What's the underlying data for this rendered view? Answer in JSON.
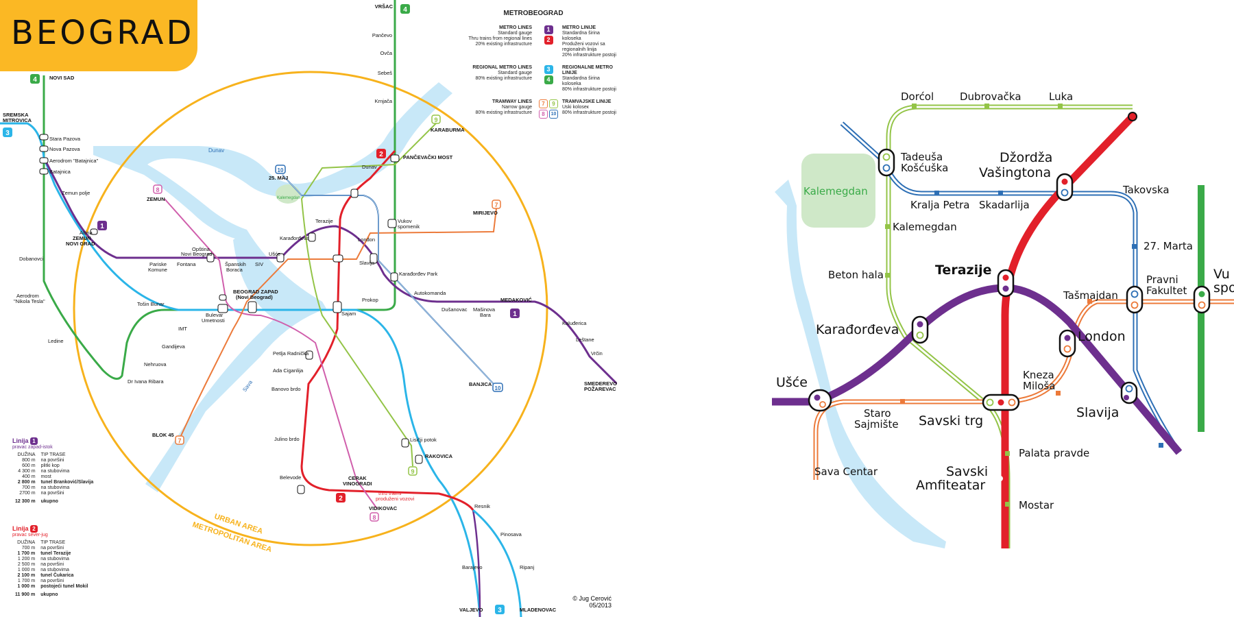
{
  "title": "BEOGRAD",
  "legend": {
    "heading": "METROBEOGRAD",
    "metro": {
      "left_title": "METRO LINES",
      "left_l1": "Standard gauge",
      "left_l2": "Thru trains from regional lines",
      "left_l3": "20% existing infrastructure",
      "right_title": "METRO LINIJE",
      "right_l1": "Standardna širina koloseka",
      "right_l2": "Produženi vozovi sa regionalnih linija",
      "right_l3": "20% infrastrukture postoji"
    },
    "regional": {
      "left_title": "REGIONAL METRO LINES",
      "left_l1": "Standard gauge",
      "left_l2": "80% existing infrastructure",
      "right_title": "REGIONALNE METRO LINIJE",
      "right_l1": "Standardna širina koloseka",
      "right_l2": "80% infrastrukture postoji"
    },
    "tram": {
      "left_title": "TRAMWAY LINES",
      "left_l1": "Narrow gauge",
      "left_l2": "80% existing infrastructure",
      "right_title": "TRAMVAJSKE LINIJE",
      "right_l1": "Uski koloseк",
      "right_l2": "80% infrastrukture postoji"
    }
  },
  "lines": {
    "l1": {
      "num": "1",
      "color": "#6d2f8e"
    },
    "l2": {
      "num": "2",
      "color": "#e2202a"
    },
    "l3": {
      "num": "3",
      "color": "#2bb5e8"
    },
    "l4": {
      "num": "4",
      "color": "#3aaa48"
    },
    "l7": {
      "num": "7",
      "color": "#ec7a3a"
    },
    "l8": {
      "num": "8",
      "color": "#d05fac"
    },
    "l9": {
      "num": "9",
      "color": "#93c447"
    },
    "l10": {
      "num": "10",
      "color": "#2d6fb5"
    }
  },
  "colors": {
    "area": "#f7b21c",
    "water": "#c8e8f8",
    "park": "#cfe8c8",
    "title_bg": "#fbb824"
  },
  "area_labels": {
    "urban": "URBAN AREA",
    "metro": "METROPOLITAN AREA"
  },
  "water_labels": {
    "dunav": "Dunav",
    "sava": "Sava"
  },
  "stats": {
    "l1": {
      "heading_a": "Linija",
      "heading_b": "pravac zapad-istok",
      "col1": "DUŽINA",
      "col2": "TIP TRASE",
      "rows": [
        [
          "800 m",
          "na površini"
        ],
        [
          "600 m",
          "plitki kop"
        ],
        [
          "4 300 m",
          "na stubovima"
        ],
        [
          "400 m",
          "most"
        ],
        [
          "2 800 m",
          "tunel Branković/Slavija"
        ],
        [
          "700 m",
          "na stubovima"
        ],
        [
          "2700 m",
          "na površini"
        ]
      ],
      "total": [
        "12 300 m",
        "ukupno"
      ]
    },
    "l2": {
      "heading_a": "Linija",
      "heading_b": "pravac sever-jug",
      "col1": "DUŽINA",
      "col2": "TIP TRASE",
      "rows": [
        [
          "700 m",
          "na površini"
        ],
        [
          "1 700 m",
          "tunel Terazije"
        ],
        [
          "1 200 m",
          "na stubovima"
        ],
        [
          "2 500 m",
          "na površini"
        ],
        [
          "1 000 m",
          "na stubovima"
        ],
        [
          "2 100 m",
          "tunel Čukarica"
        ],
        [
          "1 700 m",
          "na površini"
        ],
        [
          "1 000 m",
          "postojeći tunel Mokil"
        ]
      ],
      "total": [
        "11 900 m",
        "ukupno"
      ]
    }
  },
  "copyright": {
    "a": "© Jug Cerović",
    "b": "05/2013"
  },
  "stations_left": {
    "vrsac": "VRŠAC",
    "pancevo": "Pančevo",
    "ovca": "Ovča",
    "sebes": "Sebeš",
    "krnjaca": "Krnjača",
    "novi_sad": "NOVI SAD",
    "sremska": "SREMSKA",
    "mitrovica": "MITROVICA",
    "stara_pazova": "Stara Pazova",
    "nova_pazova": "Nova Pazova",
    "aerodrom_bat": "Aerodrom \"Batajnica\"",
    "batajnica": "Batajnica",
    "zemun_polje": "Zemun polje",
    "altina": "Altina",
    "zemun_nb1": "ZEMUN",
    "zemun_nb2": "NOVI GRAD",
    "dobanovci": "Dobanovci",
    "aerodrom_t1": "Aerodrom",
    "aerodrom_t2": "\"Nikola Tesla\"",
    "pariske1": "Pariske",
    "pariske2": "Komune",
    "fontana": "Fontana",
    "obtina1": "Opština",
    "obtina2": "Novi Beograd",
    "sanski1": "Španskih",
    "sanski2": "Boraca",
    "sivi": "SIV",
    "usce": "Ušće",
    "karadjordjeva": "Karađorđeva",
    "terazije": "Terazije",
    "slavija": "Slavija",
    "london": "London",
    "karadjordjev_park": "Karađorđev Park",
    "autokomanda": "Autokomanda",
    "dusanovac": "Dušanovac",
    "mdb1": "Mašinova",
    "mdb2": "Bara",
    "medakovic": "MEDAKOVIĆ",
    "kaludjerica": "Kaluđerica",
    "lestane": "Leštane",
    "vrcin": "Vrčin",
    "smederevo": "SMEDEREVO",
    "pozarevac": "POŽAREVAC",
    "tosin": "Tošin Bunar",
    "bulevar1": "Bulevar",
    "bulevar2": "Umetnosti",
    "bgz1": "BEOGRAD ZAPAD",
    "bgz2": "(Novi Beograd)",
    "sajam": "Sajam",
    "prokop": "Prokop",
    "imt": "IMT",
    "gandijeva": "Gandijeva",
    "nehruova": "Nehruova",
    "ledine": "Ledine",
    "dr_ivana": "Dr Ivana Ribara",
    "petlja": "Petlja Radnička",
    "ada": "Ada Ciganlija",
    "banovo": "Banovo brdo",
    "julino": "Julino brdo",
    "belevode": "Belevode",
    "cerak1": "CERAK",
    "cerak2": "VINOGRADI",
    "lisicji": "Lisičji potok",
    "rakovica": "RAKOVICA",
    "resnik": "Resnik",
    "pinosava": "Pinosava",
    "barajevo": "Barajevo",
    "ripanj": "Ripanj",
    "valjevo": "VALJEVO",
    "mladenovac": "MLADENOVAC",
    "vidikovac": "VIDIKOVAC",
    "banjica": "BANJICA",
    "zemun8": "ZEMUN",
    "blok45": "BLOK 45",
    "karaburma": "KARABURMA",
    "pancevacki": "PANČEVAČKI MOST",
    "mirijevo": "MIRIJEVO",
    "vukov1": "Vukov",
    "vukov2": "spomenik",
    "dunav_st": "Dunav",
    "maj": "25. MAJ",
    "kalemegdan_park": "Kalemegdan",
    "thru1": "thru trains",
    "thru2": "produženi vozovi"
  },
  "stations_right": {
    "dorcol": "Dorćol",
    "dubrovacka": "Dubrovačka",
    "luka": "Luka",
    "tadeusa1": "Tadeuša",
    "tadeusa2": "Košćuška",
    "dzordza1": "Džordža",
    "dzordza2": "Vašingtona",
    "takovska": "Takovska",
    "kralja_petra": "Kralja Petra",
    "skadarlija": "Skadarlija",
    "kalemegdan_park": "Kalemegdan",
    "kalemegdan": "Kalemegdan",
    "marta": "27. Marta",
    "beton_hala": "Beton hala",
    "terazije": "Terazije",
    "pravni1": "Pravni",
    "pravni2": "Fakultet",
    "vu1": "Vu",
    "vu2": "spo",
    "tasmajdan": "Tašmajdan",
    "karadjordjeva": "Karađorđeva",
    "london": "London",
    "kneza1": "Kneza",
    "kneza2": "Miloša",
    "usce": "Ušće",
    "slavija": "Slavija",
    "staro1": "Staro",
    "staro2": "Sajmište",
    "savski_trg": "Savski trg",
    "savski_amf1": "Savski",
    "savski_amf2": "Amfiteatar",
    "palata": "Palata pravde",
    "sava_centar": "Sava Centar",
    "mostar": "Mostar"
  }
}
